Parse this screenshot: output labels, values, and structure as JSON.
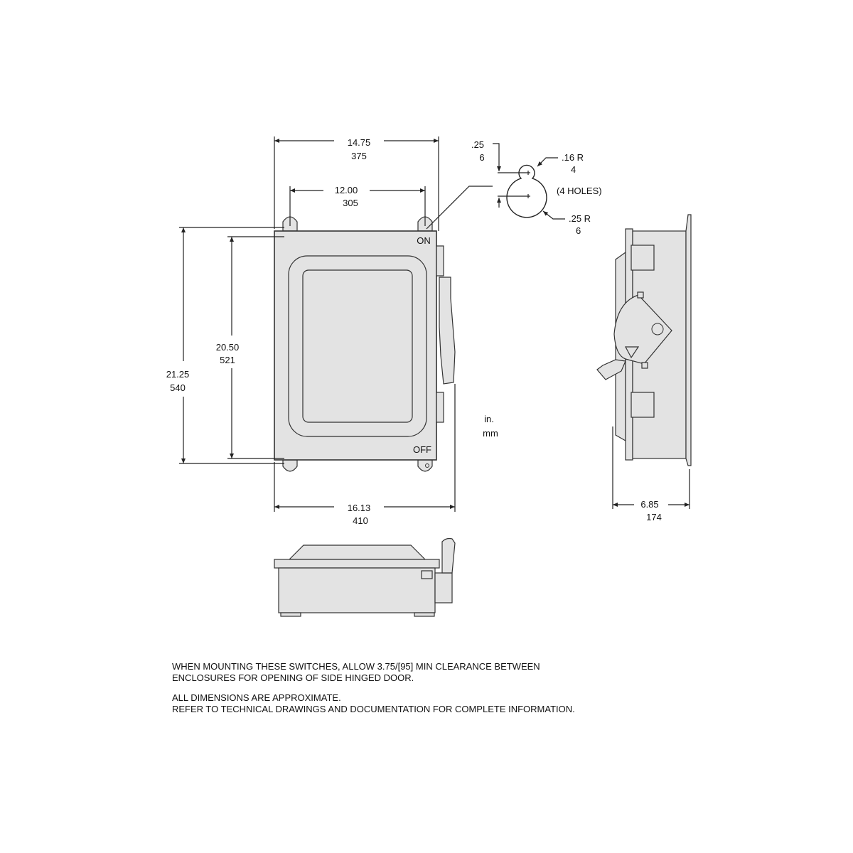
{
  "dimensions": {
    "width_overall": {
      "in": "14.75",
      "mm": "375"
    },
    "mount_spacing_horizontal": {
      "in": "12.00",
      "mm": "305"
    },
    "height_overall": {
      "in": "21.25",
      "mm": "540"
    },
    "mount_spacing_vertical": {
      "in": "20.50",
      "mm": "521"
    },
    "width_with_handle": {
      "in": "16.13",
      "mm": "410"
    },
    "depth": {
      "in": "6.85",
      "mm": "174"
    }
  },
  "hole_detail": {
    "offset": {
      "in": ".25",
      "mm": "6"
    },
    "small_radius": {
      "in": ".16 R",
      "mm": "4"
    },
    "large_radius": {
      "in": ".25 R",
      "mm": "6"
    },
    "count_label": "(4 HOLES)"
  },
  "labels": {
    "on": "ON",
    "off": "OFF"
  },
  "units": {
    "in": "in.",
    "mm": "mm"
  },
  "notes": [
    "WHEN MOUNTING THESE SWITCHES, ALLOW 3.75/[95] MIN CLEARANCE BETWEEN",
    "ENCLOSURES FOR OPENING OF SIDE HINGED DOOR.",
    "ALL DIMENSIONS ARE APPROXIMATE.",
    "REFER TO TECHNICAL DRAWINGS AND DOCUMENTATION FOR COMPLETE INFORMATION."
  ]
}
